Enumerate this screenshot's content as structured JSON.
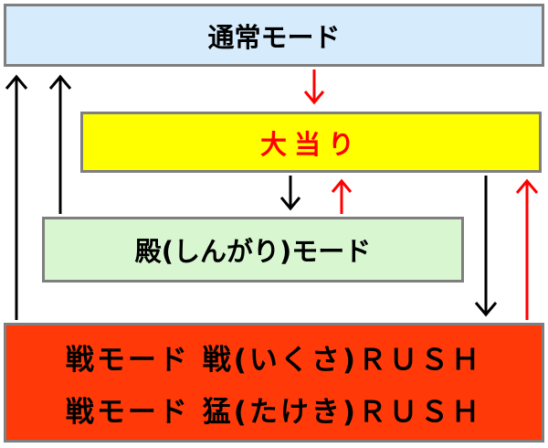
{
  "modes": {
    "normal": "通常モード",
    "jackpot": "大当り",
    "shingari": "殿(しんがり)モード",
    "rush_line1": "戦モード 戦(いくさ)ＲＵＳＨ",
    "rush_line2": "戦モード 猛(たけき)ＲＵＳＨ"
  },
  "colors": {
    "normal_bg": "#d6ebfb",
    "jackpot_bg": "#ffff00",
    "jackpot_text": "#ff0000",
    "shingari_bg": "#d8f7d0",
    "rush_bg": "#ff3a08",
    "arrow_black": "#000000",
    "arrow_red": "#ff0000"
  }
}
